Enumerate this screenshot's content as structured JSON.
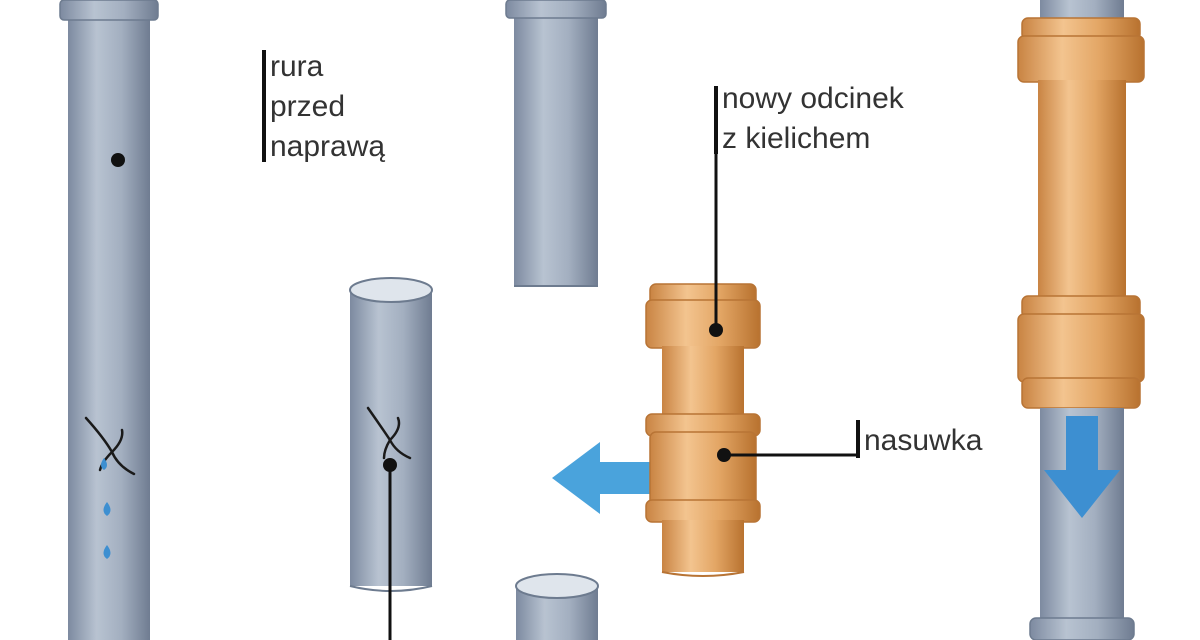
{
  "labels": {
    "pipe_before_repair": [
      "rura",
      "przed",
      "naprawą"
    ],
    "new_section": [
      "nowy odcinek",
      "z kielichem"
    ],
    "slip_coupling": "nasuwka"
  },
  "colors": {
    "pipe_grey": "#9aa7b8",
    "pipe_grey_dark": "#6d7b8f",
    "pipe_grey_light": "#c2ccd8",
    "orange": "#e0a060",
    "orange_dark": "#b87435",
    "orange_light": "#f1c089",
    "arrow_blue": "#4aa3dc",
    "water_blue": "#3d8fd1"
  }
}
